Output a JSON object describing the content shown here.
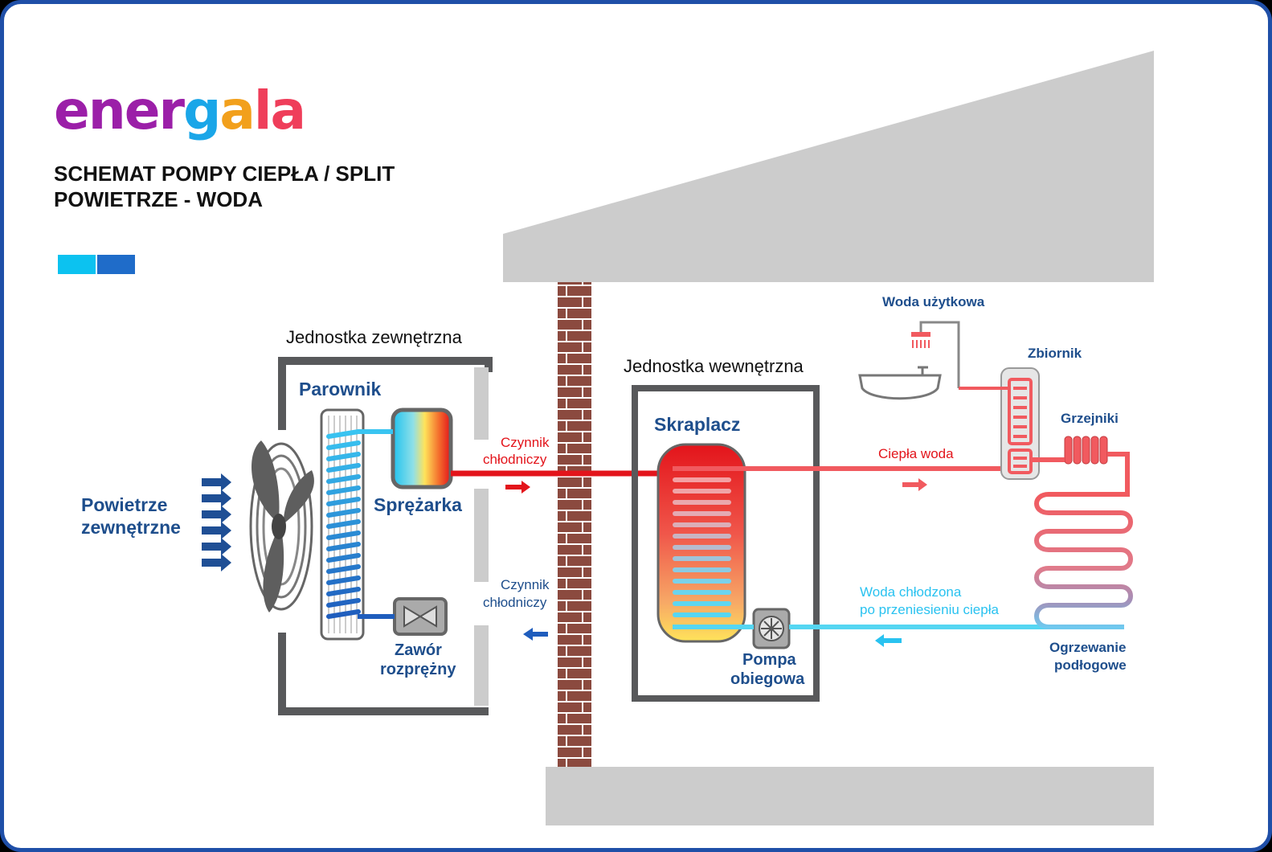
{
  "logo": {
    "text": "energala"
  },
  "title": {
    "line1": "SCHEMAT POMPY CIEPŁA / SPLIT",
    "line2": "POWIETRZE - WODA"
  },
  "colors": {
    "frame": "#1f4fa8",
    "hot": "#e3141b",
    "hot_light": "#f15a5f",
    "cold": "#29c2f0",
    "cold_dark": "#1f5dbd",
    "label_blue": "#1e4e8c",
    "building": "#cccccc",
    "brick": "#8b4a3f",
    "unit_frame": "#58595b"
  },
  "outdoor": {
    "unit_label": "Jednostka zewnętrzna",
    "evaporator": "Parownik",
    "compressor": "Sprężarka",
    "valve_line1": "Zawór",
    "valve_line2": "rozprężny",
    "air_line1": "Powietrze",
    "air_line2": "zewnętrzne",
    "fan_icon": "fan-icon"
  },
  "refrigerant": {
    "hot_line1": "Czynnik",
    "hot_line2": "chłodniczy",
    "cold_line1": "Czynnik",
    "cold_line2": "chłodniczy"
  },
  "indoor": {
    "unit_label": "Jednostka wewnętrzna",
    "condenser": "Skraplacz",
    "pump_line1": "Pompa",
    "pump_line2": "obiegowa",
    "pump_icon": "circulation-pump-icon"
  },
  "circuit": {
    "hot_water": "Ciepła woda",
    "cooled_line1": "Woda chłodzona",
    "cooled_line2": "po przeniesieniu ciepła",
    "domestic_water": "Woda użytkowa",
    "tank": "Zbiornik",
    "radiators": "Grzejniki",
    "floor_line1": "Ogrzewanie",
    "floor_line2": "podłogowe",
    "icons": [
      "shower-icon",
      "sink-icon",
      "radiator-icon",
      "floor-heating-icon"
    ]
  }
}
